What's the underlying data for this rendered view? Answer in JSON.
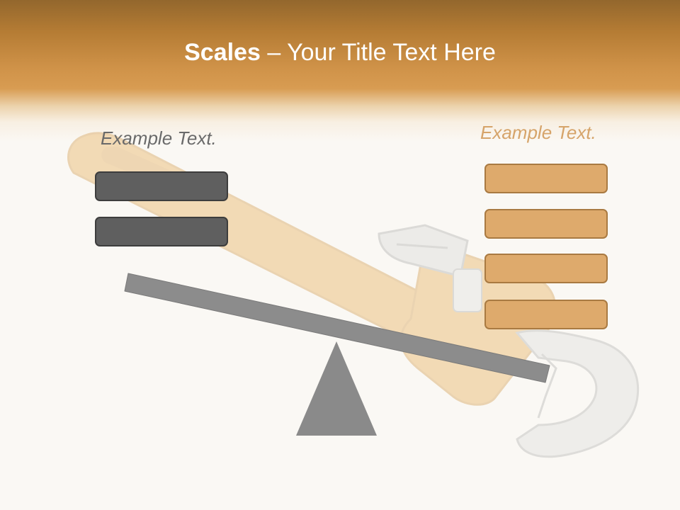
{
  "slide": {
    "title_bold": "Scales",
    "title_rest": " – Your Title Text Here",
    "left_label": "Example Text.",
    "right_label": "Example Text."
  },
  "scale": {
    "left_boxes": 2,
    "right_boxes": 4,
    "tilt": "left side raised"
  },
  "background": {
    "image": "wrench-icon",
    "header_color": "#cf9248"
  },
  "colors": {
    "dark_box": "#5f5f5f",
    "orange_box": "#deaa6c",
    "beam": "#8c8c8c",
    "fulcrum": "#8a8a8a"
  }
}
